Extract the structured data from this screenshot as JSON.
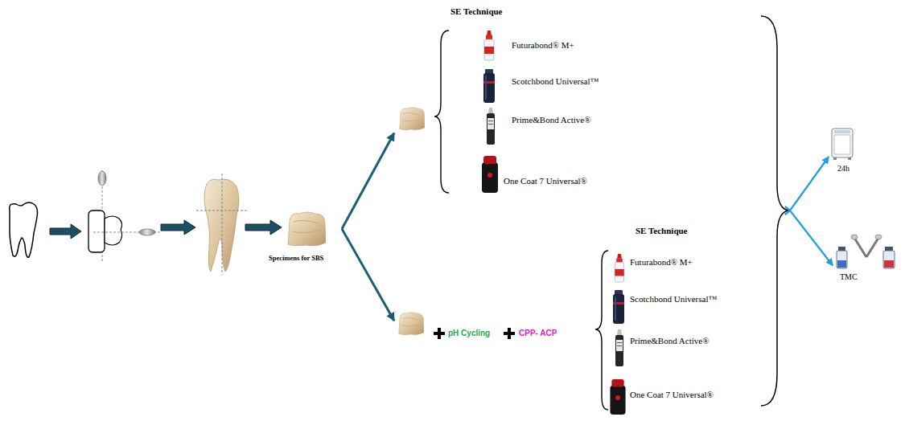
{
  "diagram": {
    "nodes": [
      {
        "text": [
          "Specimens for SBS"
        ]
      },
      {
        "text": [
          "SE Technique"
        ]
      },
      {
        "text": [
          "Futurabond® M+"
        ],
        "in": 1
      },
      {
        "text": [
          "Scotchbond Universal™"
        ],
        "in": 1
      },
      {
        "text": [
          "Prime&Bond Active®"
        ],
        "in": 1
      },
      {
        "text": [
          "One Coat 7 Universal®"
        ],
        "in": 1
      },
      {
        "text": [
          "SE Technique"
        ]
      },
      {
        "text": [
          "Futurabond® M+"
        ],
        "in": 6
      },
      {
        "text": [
          "Scotchbond Universal™"
        ],
        "in": 6
      },
      {
        "text": [
          "Prime&Bond Active®"
        ],
        "in": 6
      },
      {
        "text": [
          "One Coat 7 Universal®"
        ],
        "in": 6
      },
      {
        "text": [
          "24h"
        ]
      },
      {
        "text": [
          "TMC"
        ]
      }
    ],
    "edges": [
      {
        "from": 0,
        "to": 1,
        "arrow": "to"
      },
      {
        "from": 0,
        "to": 6,
        "arrow": "to"
      },
      {
        "from": 1,
        "to": 11,
        "arrow": "to"
      },
      {
        "from": 1,
        "to": 12,
        "arrow": "to"
      },
      {
        "from": 6,
        "to": 11,
        "arrow": "to"
      },
      {
        "from": 6,
        "to": 12,
        "arrow": "to"
      }
    ],
    "labels": [
      "pH Cycling",
      "CPP- ACP"
    ]
  }
}
